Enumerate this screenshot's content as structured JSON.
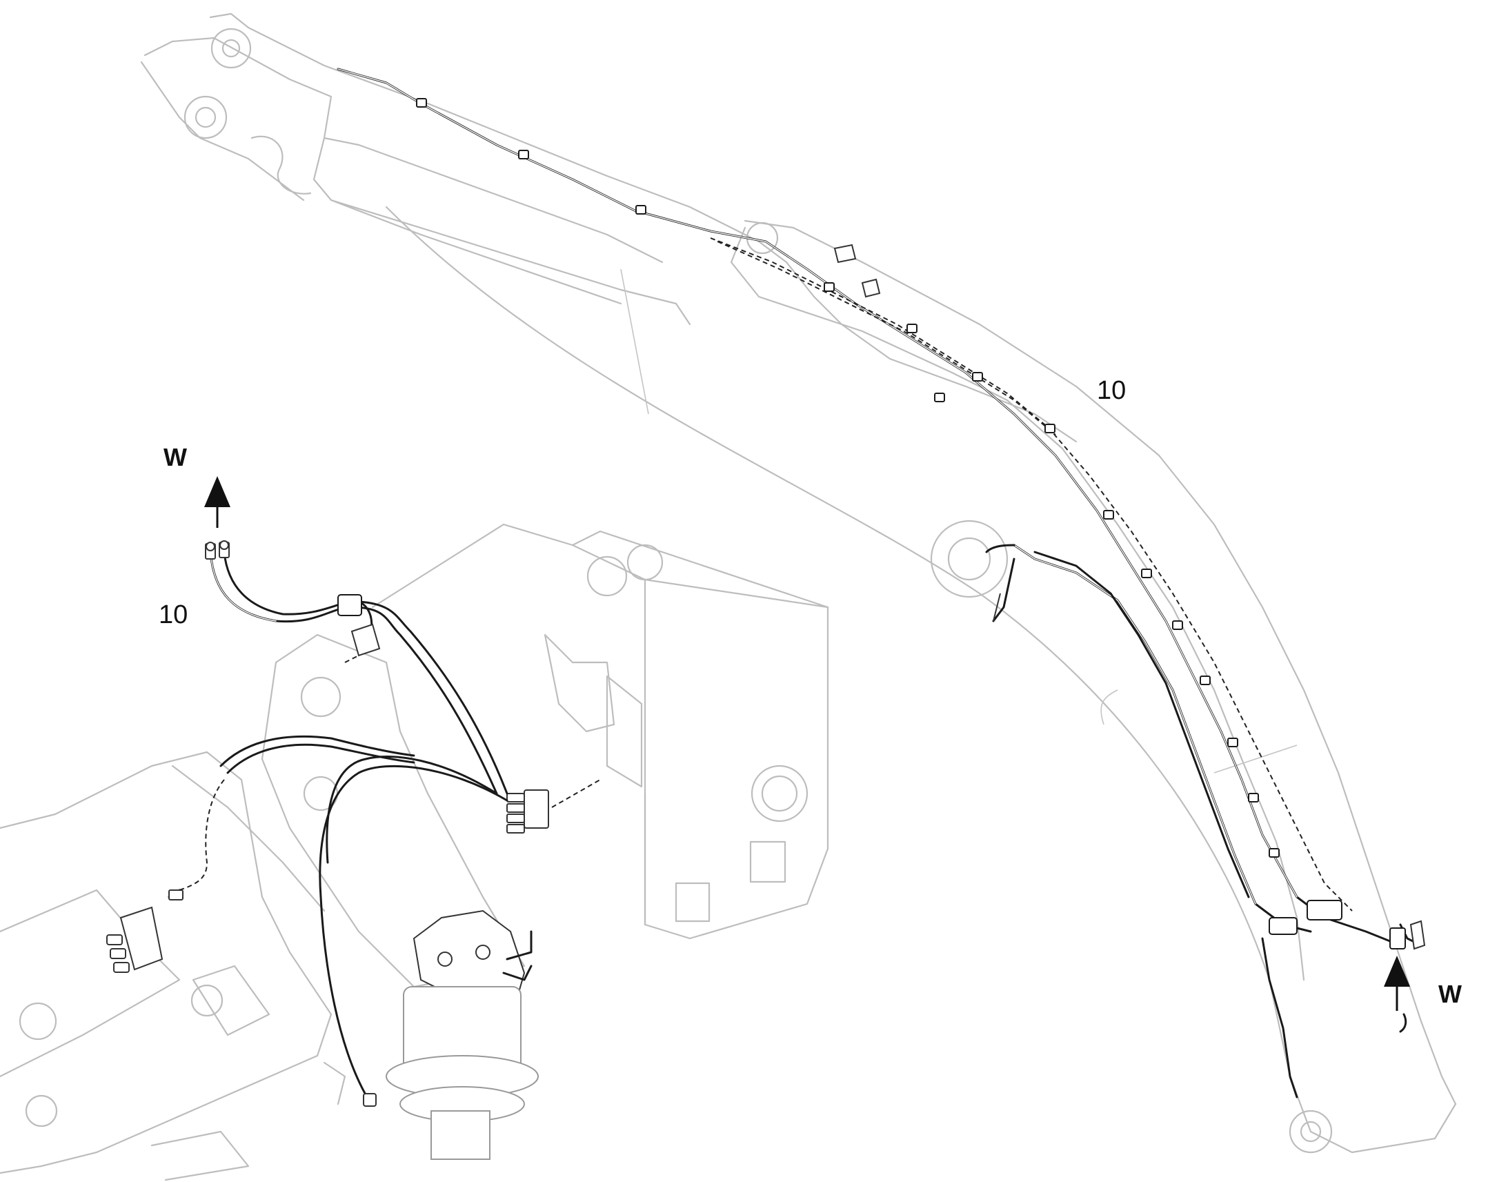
{
  "callouts": {
    "item_boom": "10",
    "item_left": "10",
    "direction_left": "W",
    "direction_right": "W"
  },
  "colors": {
    "line_art": "#bdbdbd",
    "hose": "#1a1a1a",
    "background": "#ffffff"
  },
  "icons": {
    "direction_arrow": "arrow-up-icon"
  }
}
